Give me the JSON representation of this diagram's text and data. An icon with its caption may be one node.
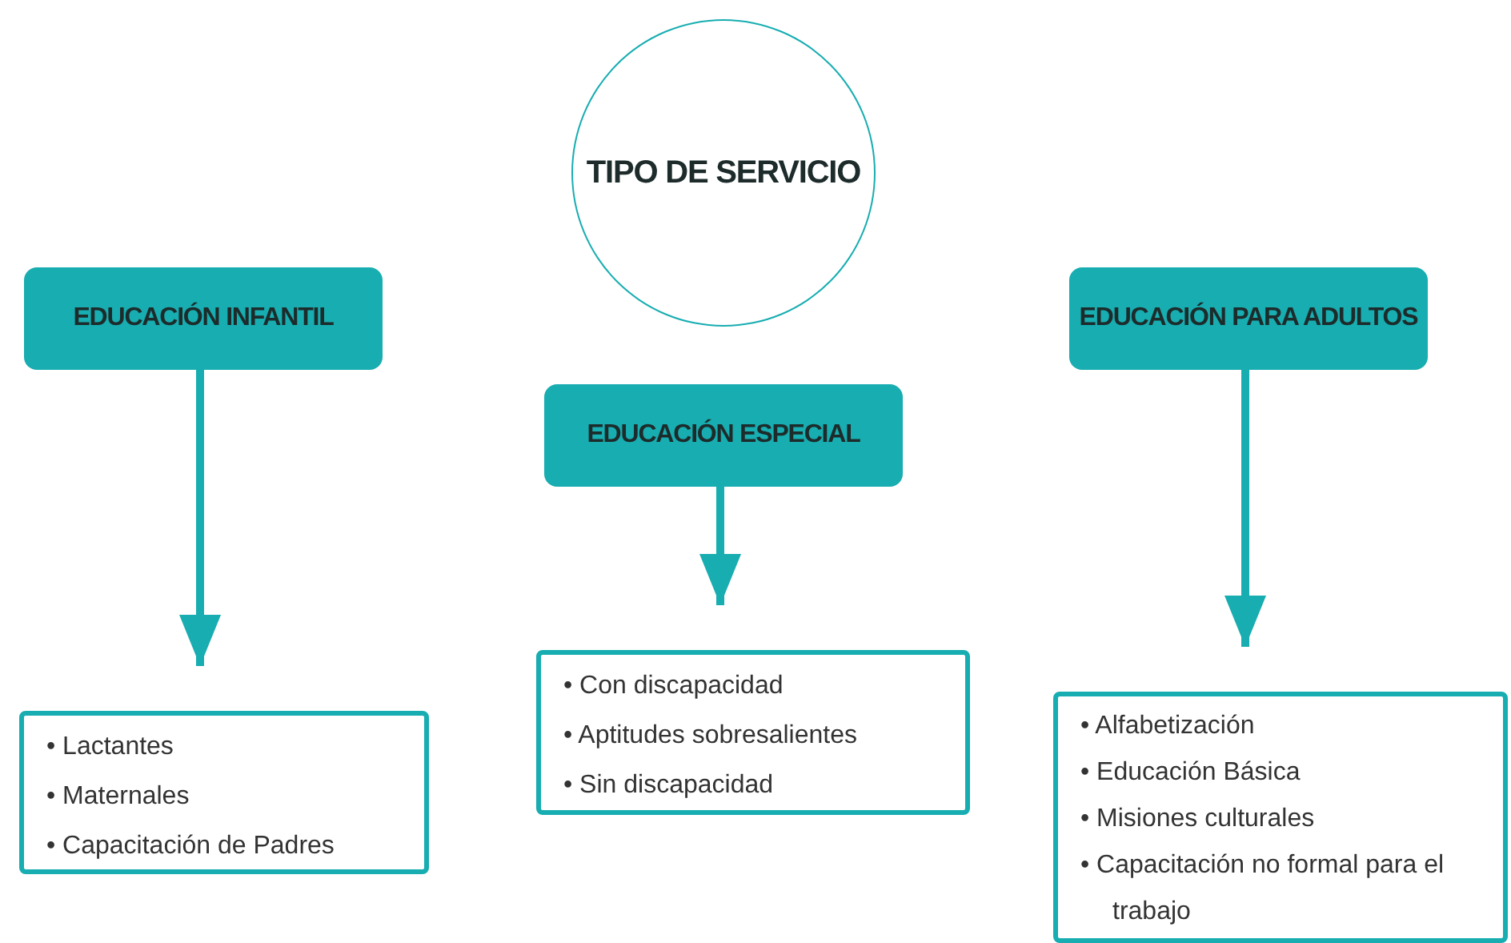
{
  "diagram": {
    "nodes": [
      {
        "text": [
          "TIPO DE SERVICIO"
        ]
      },
      {
        "text": [
          "EDUCACIÓN INFANTIL"
        ]
      },
      {
        "text": [
          "EDUCACIÓN ESPECIAL"
        ]
      },
      {
        "text": [
          "EDUCACIÓN PARA ADULTOS"
        ]
      },
      {
        "text": [
          "• Lactantes",
          "• Maternales",
          "• Capacitación de Padres"
        ]
      },
      {
        "text": [
          "• Con discapacidad",
          "• Aptitudes sobresalientes",
          "• Sin discapacidad"
        ]
      },
      {
        "text": [
          "• Alfabetización",
          "• Educación Básica",
          "• Misiones culturales",
          "• Capacitación no formal para el trabajo"
        ]
      }
    ],
    "edges": [
      {
        "from": 1,
        "to": 4,
        "arrow": "to"
      },
      {
        "from": 2,
        "to": 5,
        "arrow": "to"
      },
      {
        "from": 3,
        "to": 6,
        "arrow": "to"
      }
    ]
  }
}
